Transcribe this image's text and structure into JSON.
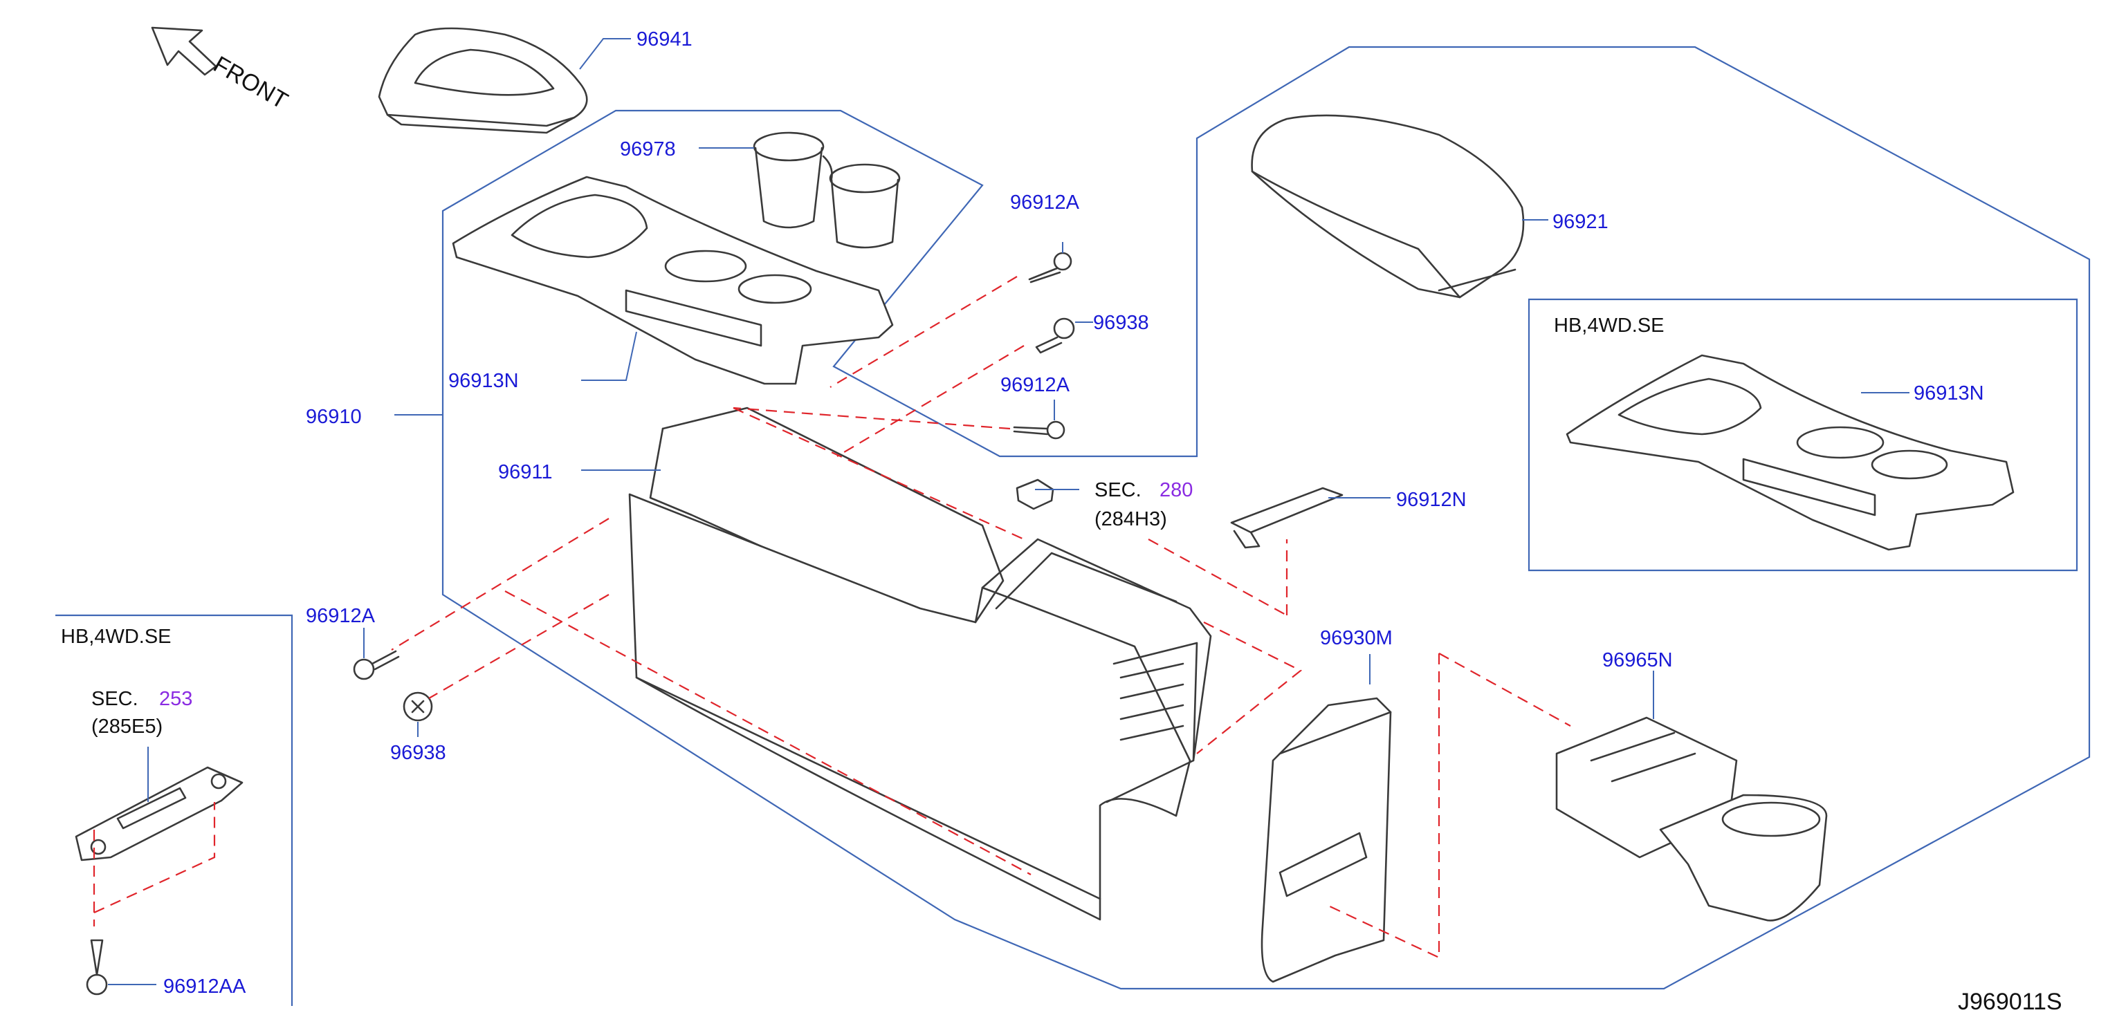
{
  "colors": {
    "part_number": "#1a1ad6",
    "section_number": "#8a2be2",
    "boundary": "#3f67b5",
    "dashed_line": "#e0252b",
    "drawing_line": "#3a3a3a",
    "text": "#111111"
  },
  "diagram": {
    "direction_label": "FRONT",
    "direction_icon": "arrow-front-icon",
    "drawing_code": "J969011S",
    "inset_left": {
      "variant": "HB,4WD.SE",
      "section_prefix": "SEC.",
      "section_number": "253",
      "section_ref": "(285E5)",
      "part_label": "96912AA"
    },
    "inset_right": {
      "variant": "HB,4WD.SE",
      "part_label": "96913N"
    },
    "section_ref_main": {
      "prefix": "SEC.",
      "number": "280",
      "ref": "(284H3)"
    },
    "labels": {
      "finisher": "96941",
      "cup_holder": "96978",
      "screw_top": "96912A",
      "clip_top": "96938",
      "screw_mid": "96912A",
      "armrest": "96921",
      "console_finisher": "96913N",
      "console_assy": "96910",
      "console_body": "96911",
      "bracket": "96912N",
      "screw_left": "96912A",
      "clip_left": "96938",
      "rear_panel": "96930M",
      "rear_cup": "96965N"
    }
  }
}
